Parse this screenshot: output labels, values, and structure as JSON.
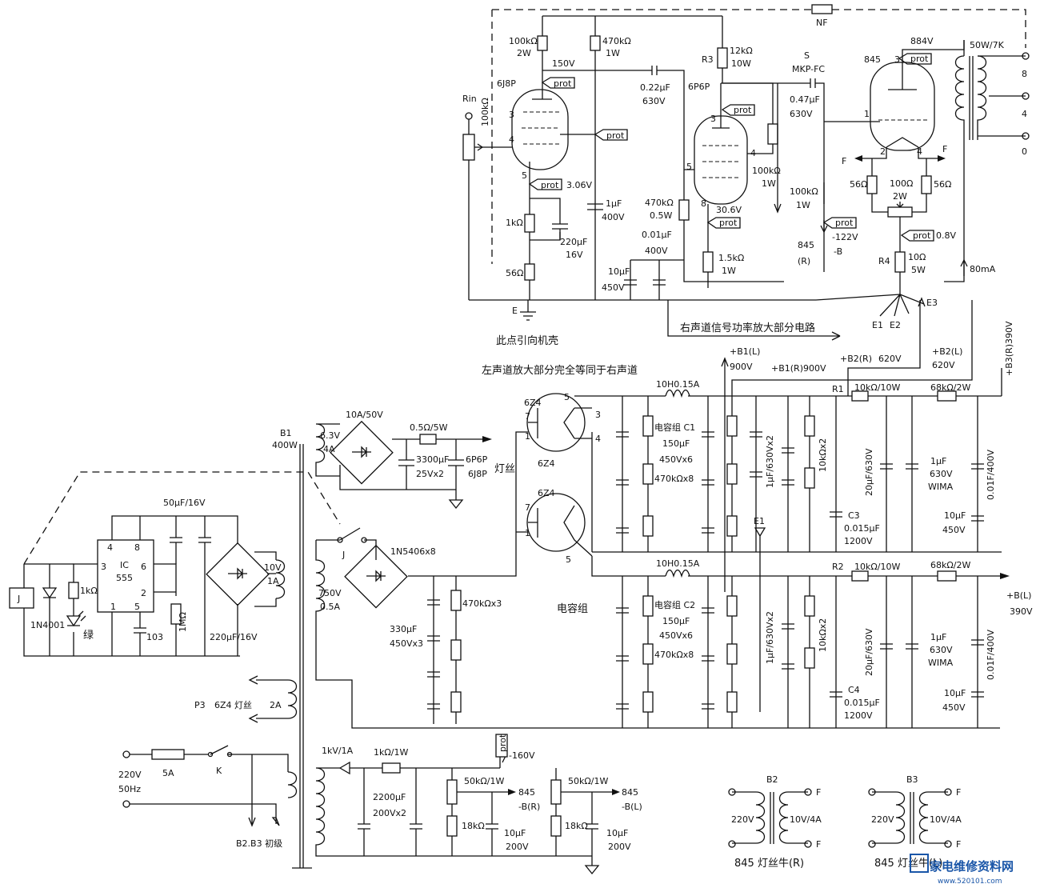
{
  "amp": {
    "tube_1": "6J8P",
    "tube_2": "6P6P",
    "tube_3": "845",
    "rin": "Rin",
    "nf": "NF",
    "r_in_pot": "100kΩ",
    "r1_a": "100kΩ",
    "r1_b": "2W",
    "r2_a": "470kΩ",
    "r2_b": "1W",
    "v_150": "150V",
    "cap_022": "0.22μF",
    "cap_022_v": "630V",
    "r3": "R3",
    "r3_val": "12kΩ",
    "r3_w": "10W",
    "s": "S",
    "mkp": "MKP-FC",
    "cap_047": "0.47μF",
    "cap_047_v": "630V",
    "v_884": "884V",
    "ot_label": "50W/7K",
    "tap_8": "8",
    "tap_4": "4",
    "tap_0": "0",
    "pin3_a": "3",
    "pin4_a": "4",
    "pin5_a": "5",
    "pin3_b": "3",
    "pin4_b": "4",
    "pin5_b": "5",
    "pin8_b": "8",
    "pin3_c": "3",
    "pin1_c": "1",
    "pin2_c": "2",
    "pin4_c": "4",
    "f_left": "F",
    "f_right": "F",
    "v_306": "3.06V",
    "r_1k": "1kΩ",
    "c_220": "220μF",
    "c_220_v": "16V",
    "r_56": "56Ω",
    "c_1u": "1μF",
    "c_1u_v": "400V",
    "c_10u": "10μF",
    "c_10u_v": "450V",
    "r_470k": "470kΩ",
    "r_470k_w": "0.5W",
    "c_001": "0.01μF",
    "c_001_v": "400V",
    "v_306b": "30.6V",
    "r_15k": "1.5kΩ",
    "r_15k_w": "1W",
    "r_100k_b": "100kΩ",
    "r_100k_b_w": "1W",
    "r_100k_c": "100kΩ",
    "r_100k_c_w": "1W",
    "v_m122": "-122V",
    "b_minus": "-B",
    "r_845": "845",
    "r_845_r": "(R)",
    "r_56a": "56Ω",
    "r_100": "100Ω",
    "r_100_w": "2W",
    "r_56b": "56Ω",
    "v_08": "0.8V",
    "r4": "R4",
    "r4_val": "10Ω",
    "r4_w": "5W",
    "ma80": "80mA",
    "e": "E",
    "e1": "E1",
    "e2": "E2",
    "e3": "E3",
    "chassis_note": "此点引向机壳",
    "right_channel": "右声道信号功率放大部分电路",
    "left_note": "左声道放大部分完全等同于右声道",
    "prot": "prot"
  },
  "psu": {
    "b1": "B1",
    "b1_w": "400W",
    "heater_v": "6.3V",
    "heater_a": "4A",
    "bridge1": "10A/50V",
    "r_05": "0.5Ω/5W",
    "c_3300": "3300μF",
    "c_3300_v": "25Vx2",
    "heater_tubes_1": "6P6P",
    "heater_tubes_2": "6J8P",
    "heater_label": "灯丝",
    "rect_tube_1": "6Z4",
    "rect_tube_2": "6Z4",
    "choke_1": "10H0.15A",
    "choke_2": "10H0.15A",
    "capbank_c1": "电容组 C1",
    "capbank_c2": "电容组 C2",
    "cb_150": "150μF",
    "cb_450": "450Vx6",
    "cb_470": "470kΩx8",
    "cb2_150": "150μF",
    "cb2_450": "450Vx6",
    "cb2_470": "470kΩx8",
    "b1_left": "+B1(L)",
    "b1_left_v": "900V",
    "b1_right": "+B1(R)900V",
    "b2_right": "+B2(R)",
    "b2_right_v": "620V",
    "b2_left": "+B2(L)",
    "b2_left_v": "620V",
    "b3_right": "+B3(R)390V",
    "r1": "R1",
    "r1_val": "10kΩ/10W",
    "r_68k": "68kΩ/2W",
    "r2": "R2",
    "r2_val": "10kΩ/10W",
    "r_68k_b": "68kΩ/2W",
    "bl": "+B(L)",
    "bl_v": "390V",
    "c_1u630x2": "1μF/630Vx2",
    "r_10kx2": "10kΩx2",
    "c_20u": "20μF/630V",
    "c_1u630": "1μF",
    "c_630v": "630V",
    "wima": "WIMA",
    "c_001f": "0.01F/400V",
    "c_10u": "10μF",
    "c_10u_v": "450V",
    "c3": "C3",
    "c3_val": "0.015μF",
    "c3_v": "1200V",
    "c4": "C4",
    "c4_val": "0.015μF",
    "c4_v": "1200V",
    "c_1u630x2b": "1μF/630Vx2",
    "r_10kx2b": "10kΩx2",
    "c_20ub": "20μF/630V",
    "c_1u630b": "1μF",
    "c_630vb": "630V",
    "wimab": "WIMA",
    "c_001fb": "0.01F/400V",
    "c_10ub": "10μF",
    "c_10ub_v": "450V",
    "hv": "750V",
    "hv_a": "0.5A",
    "diodes": "1N5406x8",
    "c_330": "330μF",
    "c_330_v": "450Vx3",
    "r_470k3": "470kΩx3",
    "capbank": "电容组",
    "relay_j": "J",
    "p3": "P3",
    "p3_label": "6Z4 灯丝",
    "p3_a": "2A",
    "mains_v": "220V",
    "mains_hz": "50Hz",
    "fuse": "5A",
    "switch": "K",
    "b23": "B2.B3 初级",
    "bias_d": "1kV/1A",
    "bias_r": "1kΩ/1W",
    "bias_c": "2200μF",
    "bias_c_v": "200Vx2",
    "bias_v": "-160V",
    "pot_r": "50kΩ/1W",
    "pot_l": "50kΩ/1W",
    "br_845": "845",
    "br_b": "-B(R)",
    "bl_845": "845",
    "bl_b": "-B(L)",
    "r18k_a": "18kΩ",
    "r18k_b": "18kΩ",
    "c10_a": "10μF",
    "c10_a_v": "200V",
    "c10_b": "10μF",
    "c10_b_v": "200V"
  },
  "timer": {
    "cap_50": "50μF/16V",
    "ic": "IC",
    "ic_name": "555",
    "p4": "4",
    "p8": "8",
    "p3": "3",
    "p6": "6",
    "p2": "2",
    "p1": "1",
    "p5": "5",
    "r_1k": "1kΩ",
    "c_103": "103",
    "r_1m": "1MΩ",
    "c_220": "220μF/16V",
    "j": "J",
    "d1": "1N4001",
    "led": "绿",
    "sec_v": "10V",
    "sec_a": "1A"
  },
  "filament": {
    "b2": "B2",
    "b2_pri": "220V",
    "b2_sec": "10V/4A",
    "b2_f1": "F",
    "b2_f2": "F",
    "b2_note": "845 灯丝牛(R)",
    "b3": "B3",
    "b3_pri": "220V",
    "b3_sec": "10V/4A",
    "b3_f1": "F",
    "b3_f2": "F",
    "b3_note": "845 灯丝牛(L)"
  },
  "watermark": {
    "text": "家电维修资料网",
    "url": "www.520101.com"
  }
}
